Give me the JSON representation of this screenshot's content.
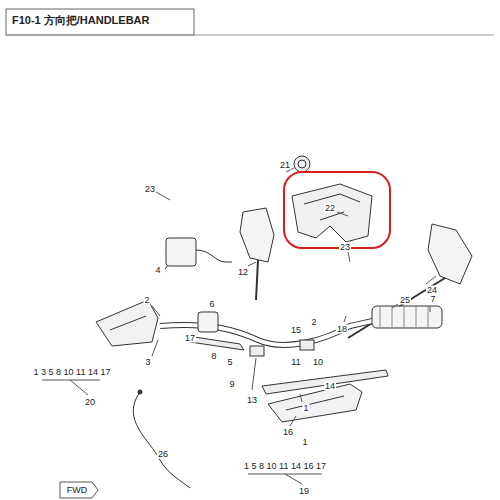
{
  "diagram": {
    "title": "F10-1 方向把/HANDLEBAR",
    "labels": [
      "23",
      "21",
      "22",
      "24",
      "12",
      "4",
      "2",
      "3",
      "17",
      "8",
      "6",
      "5",
      "9",
      "13",
      "15",
      "11",
      "10",
      "14",
      "2",
      "23",
      "18",
      "25",
      "7",
      "1",
      "16",
      "1",
      "1 3 5 8 10 11 14 17",
      "20",
      "26",
      "FWD",
      "1 5 8 10 11 14 16 17",
      "19"
    ]
  }
}
